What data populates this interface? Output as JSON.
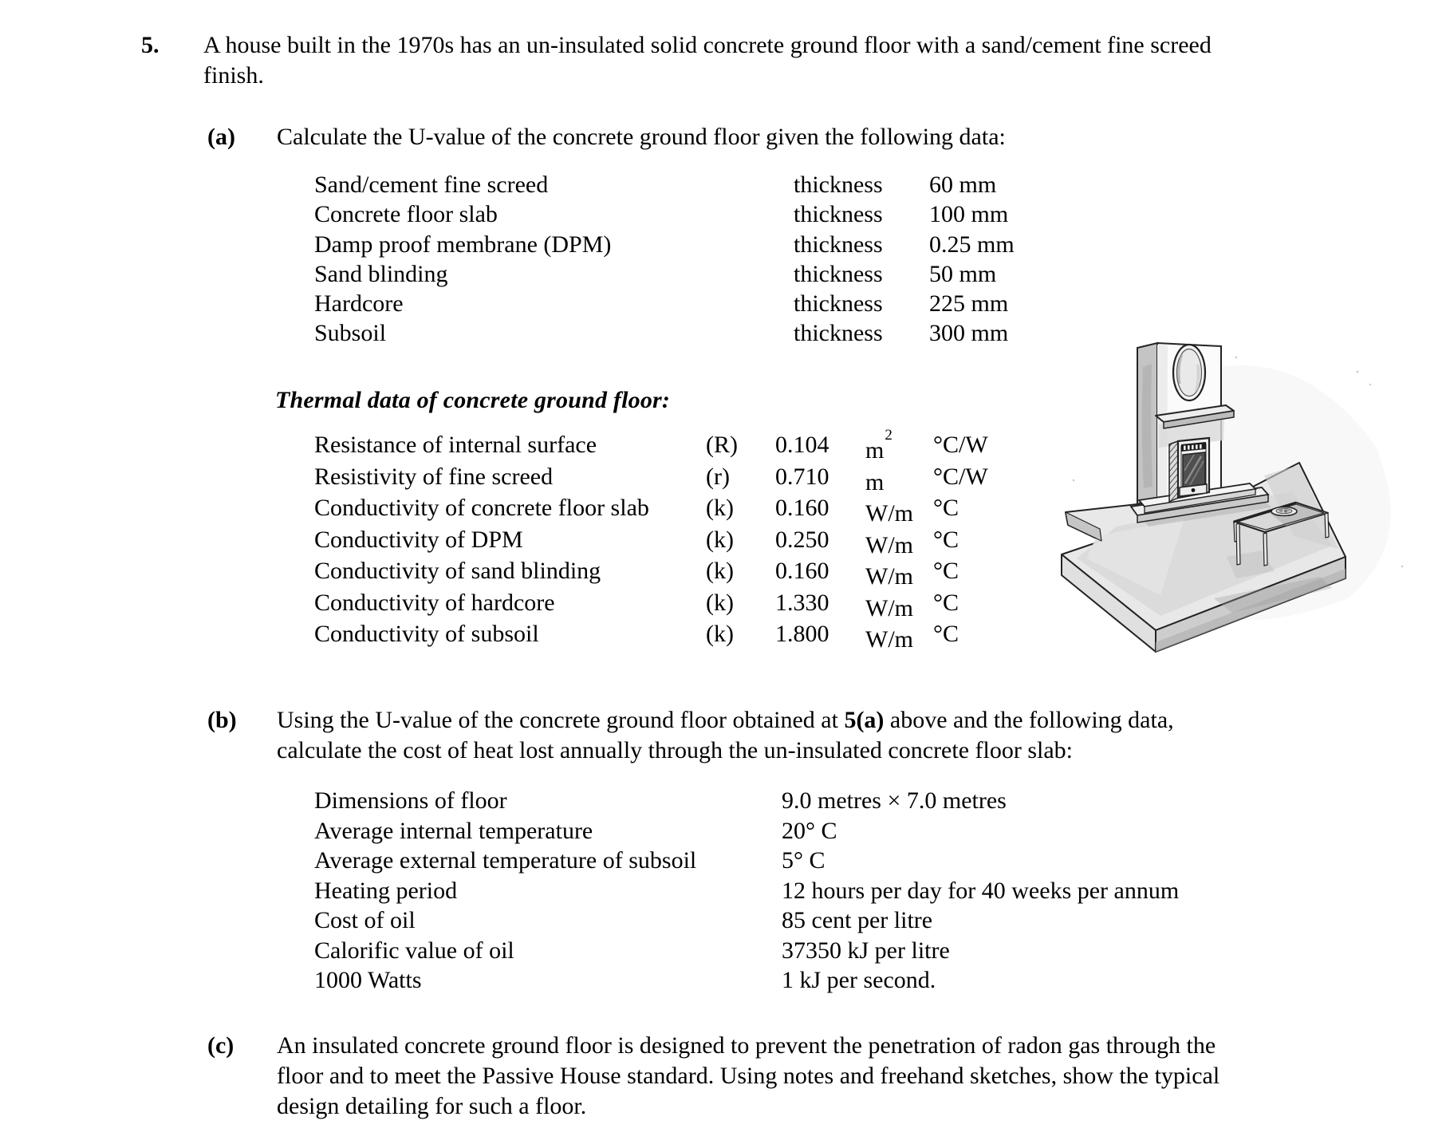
{
  "question": {
    "number": "5.",
    "intro_lines": [
      "A house built in the 1970s has an un-insulated solid concrete ground floor with a sand/cement fine screed",
      "finish."
    ]
  },
  "part_a": {
    "label": "(a)",
    "prompt": "Calculate the U-value of the concrete ground floor given the following data:",
    "layers": [
      {
        "name": "Sand/cement fine screed",
        "property": "thickness",
        "value": "60 mm"
      },
      {
        "name": "Concrete floor slab",
        "property": "thickness",
        "value": "100 mm"
      },
      {
        "name": "Damp proof membrane (DPM)",
        "property": "thickness",
        "value": "0.25 mm"
      },
      {
        "name": "Sand blinding",
        "property": "thickness",
        "value": "50 mm"
      },
      {
        "name": "Hardcore",
        "property": "thickness",
        "value": "225 mm"
      },
      {
        "name": "Subsoil",
        "property": "thickness",
        "value": "300 mm"
      }
    ],
    "thermal_heading": "Thermal data of concrete ground floor:",
    "thermal_rows": [
      {
        "name": "Resistance of internal surface",
        "symbol": "(R)",
        "value": "0.104",
        "unit1": "m",
        "unit1_sup": "2",
        "unit2": "°C/W"
      },
      {
        "name": "Resistivity of fine screed",
        "symbol": "(r)",
        "value": "0.710",
        "unit1": "m",
        "unit2": "°C/W"
      },
      {
        "name": "Conductivity of concrete floor slab",
        "symbol": "(k)",
        "value": "0.160",
        "unit1": "W/m",
        "unit2": "°C"
      },
      {
        "name": "Conductivity of DPM",
        "symbol": "(k)",
        "value": "0.250",
        "unit1": "W/m",
        "unit2": "°C"
      },
      {
        "name": "Conductivity of sand blinding",
        "symbol": "(k)",
        "value": "0.160",
        "unit1": "W/m",
        "unit2": "°C"
      },
      {
        "name": "Conductivity of hardcore",
        "symbol": "(k)",
        "value": "1.330",
        "unit1": "W/m",
        "unit2": "°C"
      },
      {
        "name": "Conductivity of subsoil",
        "symbol": "(k)",
        "value": "1.800",
        "unit1": "W/m",
        "unit2": "°C"
      }
    ]
  },
  "part_b": {
    "label": "(b)",
    "prompt_line1": {
      "pre": "Using the U-value of the concrete ground floor obtained at ",
      "bold": "5(a)",
      "post": " above and the following data,"
    },
    "prompt_line2": "calculate the cost of heat lost annually through the un-insulated concrete floor slab:",
    "data_rows": [
      {
        "name": "Dimensions of floor",
        "value": "9.0 metres × 7.0 metres"
      },
      {
        "name": "Average internal temperature",
        "value": "20° C"
      },
      {
        "name": "Average external temperature of subsoil",
        "value": "5° C"
      },
      {
        "name": "Heating period",
        "value": "12 hours per day for 40 weeks per annum"
      },
      {
        "name": "Cost of oil",
        "value": "85 cent per litre"
      },
      {
        "name": "Calorific value of oil",
        "value": "37350 kJ per litre"
      },
      {
        "name": "1000 Watts",
        "value": "1 kJ per second."
      }
    ]
  },
  "part_c": {
    "label": "(c)",
    "lines": [
      "An insulated concrete ground floor is designed to prevent the penetration of radon gas through the",
      "floor and to meet the Passive House standard. Using notes and freehand sketches, show the typical",
      "design detailing for such a floor."
    ]
  },
  "illustration": {
    "name": "fireplace-on-concrete-floor-slab-sketch",
    "ink": "#232323",
    "washes": [
      "#f2f2f2",
      "#e8e8e8",
      "#d7d7d7",
      "#c4c4c4",
      "#9f9f9f"
    ]
  }
}
